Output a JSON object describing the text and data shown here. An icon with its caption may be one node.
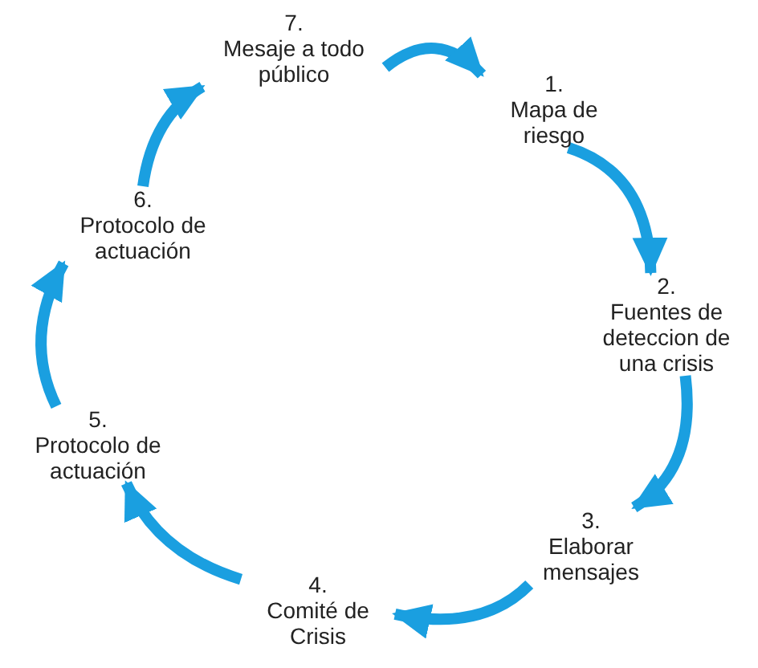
{
  "diagram": {
    "nodes": [
      {
        "text": [
          "1.",
          "Mapa de riesgo"
        ]
      },
      {
        "text": [
          "2.",
          "Fuentes de deteccion de una crisis"
        ]
      },
      {
        "text": [
          "3.",
          "Elaborar mensajes"
        ]
      },
      {
        "text": [
          "4.",
          "Comité de Crisis"
        ]
      },
      {
        "text": [
          "5.",
          "Protocolo de actuación"
        ]
      },
      {
        "text": [
          "6.",
          "Protocolo de actuación"
        ]
      },
      {
        "text": [
          "7.",
          "Mesaje a todo público"
        ]
      }
    ],
    "edges": [
      {
        "from": 6,
        "to": 0,
        "arrow": "to"
      },
      {
        "from": 0,
        "to": 1,
        "arrow": "to"
      },
      {
        "from": 1,
        "to": 2,
        "arrow": "to"
      },
      {
        "from": 2,
        "to": 3,
        "arrow": "to"
      },
      {
        "from": 3,
        "to": 4,
        "arrow": "to"
      },
      {
        "from": 4,
        "to": 5,
        "arrow": "to"
      },
      {
        "from": 5,
        "to": 6,
        "arrow": "to"
      }
    ]
  }
}
